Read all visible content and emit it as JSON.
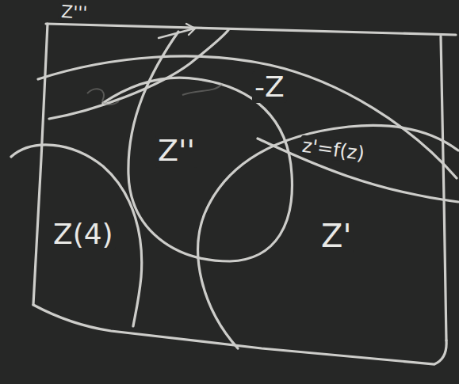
{
  "diagram": {
    "labels": [
      "Z'''",
      "-Z",
      "Z''",
      "z'=f(z)",
      "Z(4)",
      "Z'"
    ]
  }
}
